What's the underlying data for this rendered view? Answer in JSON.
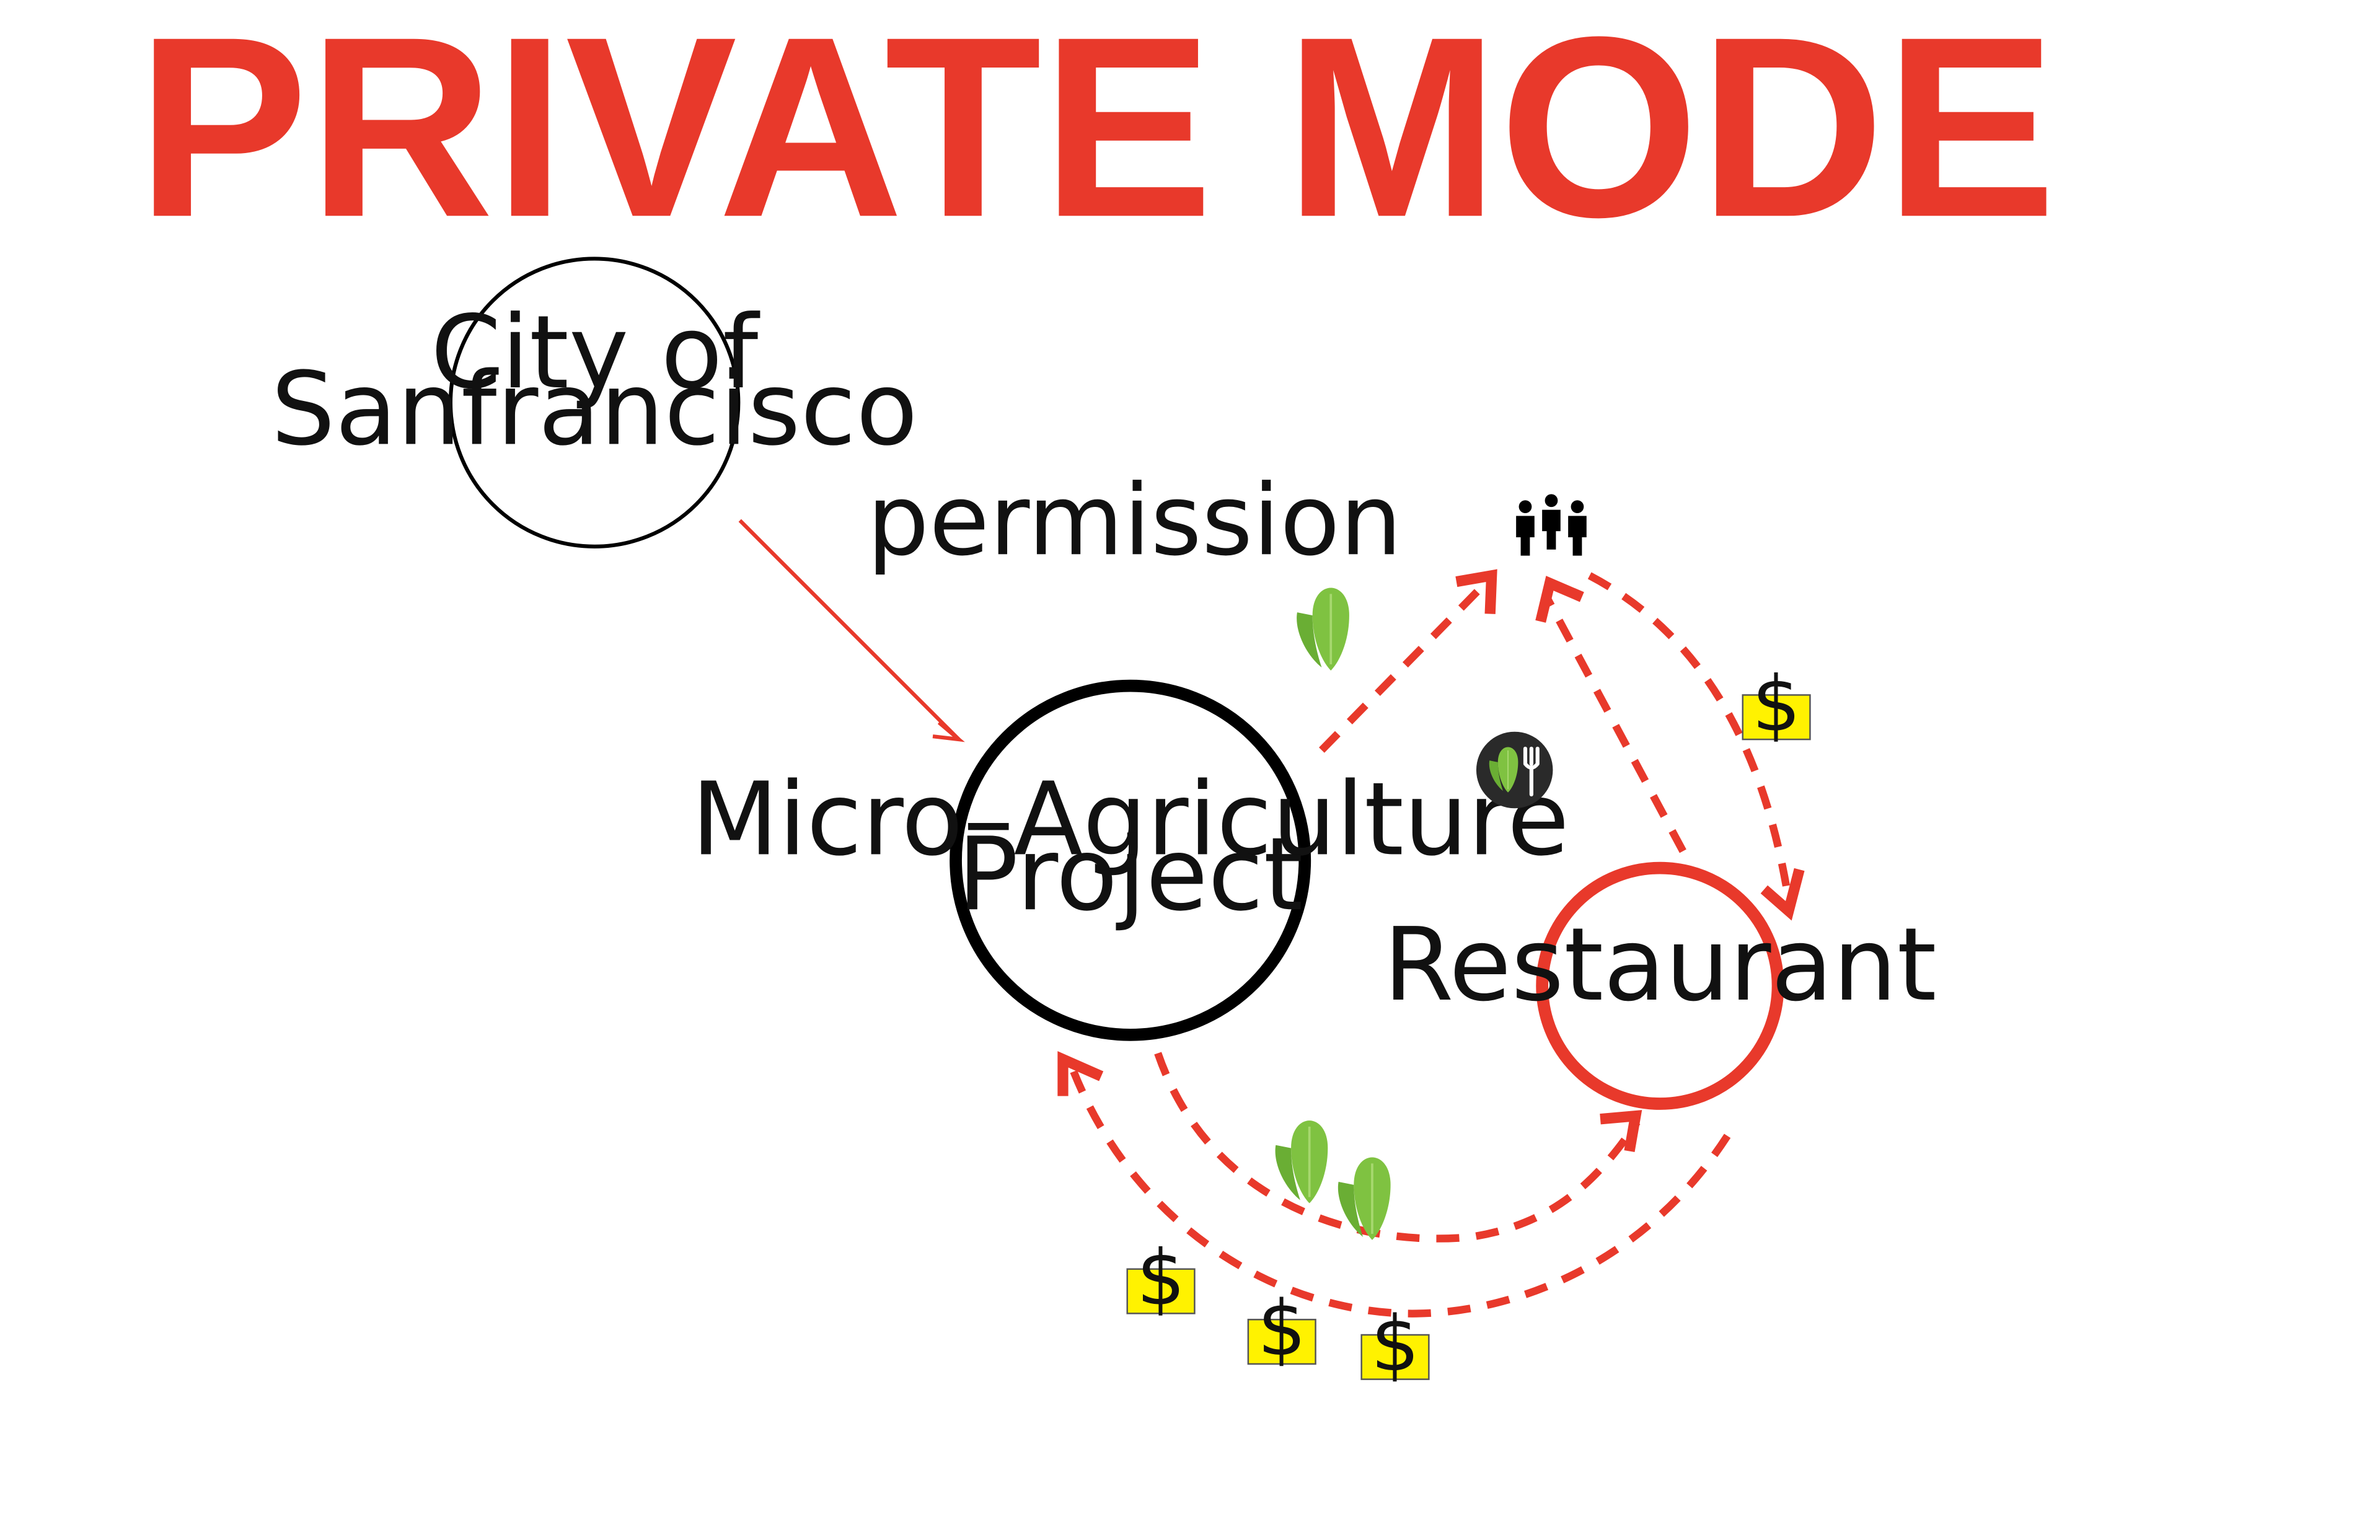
{
  "title": "PRIVATE MODE",
  "colors": {
    "accent": "#e8392b",
    "ink": "#000000",
    "leaf": "#7fc241",
    "money": "#fff200",
    "icon_bg": "#2a2a2a"
  },
  "nodes": {
    "city": {
      "line1": "City of",
      "line2": "Sanfrancisco"
    },
    "project": {
      "line1": "Micro–Agriculture",
      "line2": "Project"
    },
    "restaurant": {
      "label": "Restaurant"
    }
  },
  "edges": {
    "permission": "permission"
  },
  "money_symbol": "$",
  "icons": {
    "people": "people-group-icon",
    "leaf": "lettuce-icon",
    "dining": "food-fork-icon"
  }
}
